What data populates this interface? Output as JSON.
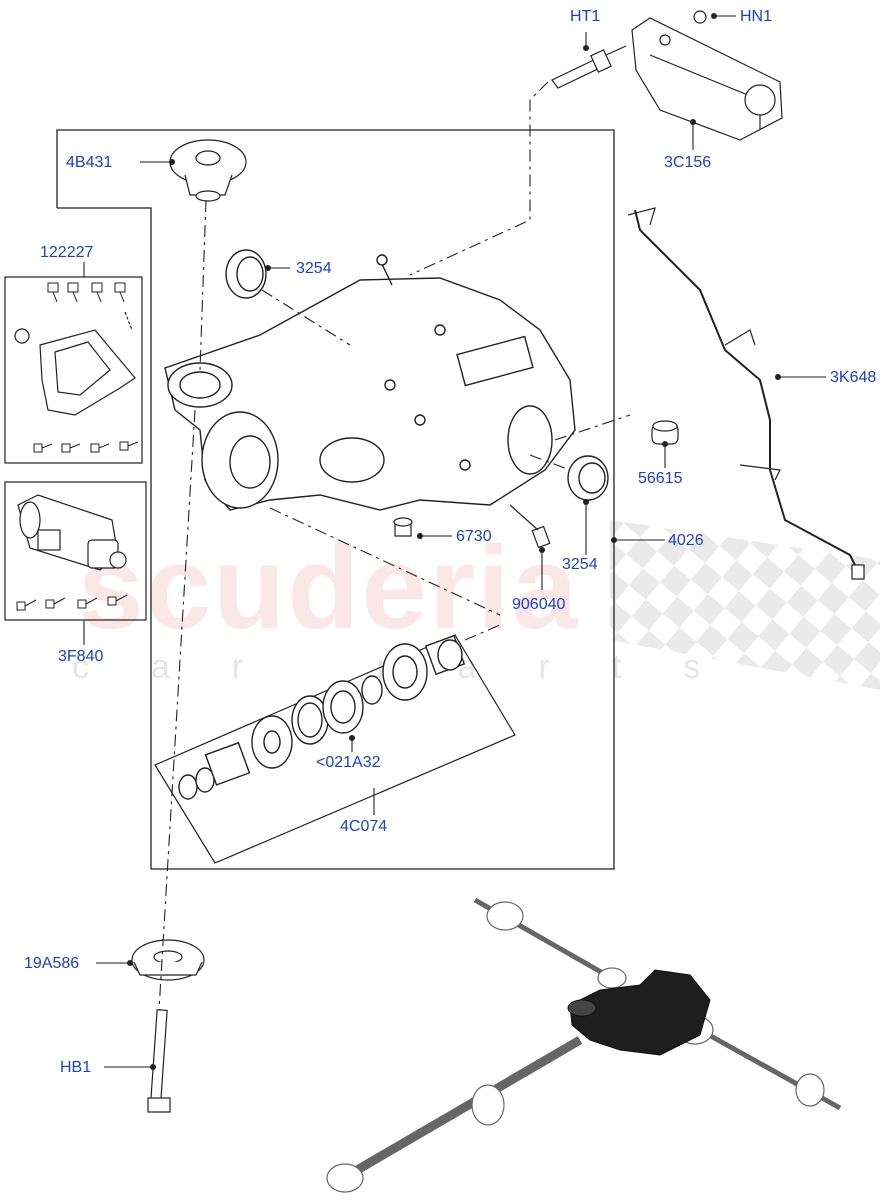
{
  "watermark": {
    "brand": "scuderia",
    "tagline": "car parts"
  },
  "callouts": {
    "ht1": "HT1",
    "hn1": "HN1",
    "c3c156": "3C156",
    "c4b431": "4B431",
    "c3254_top": "3254",
    "c122227": "122227",
    "c3k648": "3K648",
    "c56615": "56615",
    "c6730": "6730",
    "c4026": "4026",
    "c3254_right": "3254",
    "c906040": "906040",
    "c3f840": "3F840",
    "c021a32": "<021A32",
    "c4c074": "4C074",
    "c19a586": "19A586",
    "hb1": "HB1"
  },
  "colors": {
    "callout_text": "#1a3fd6",
    "line_art": "#222222"
  }
}
